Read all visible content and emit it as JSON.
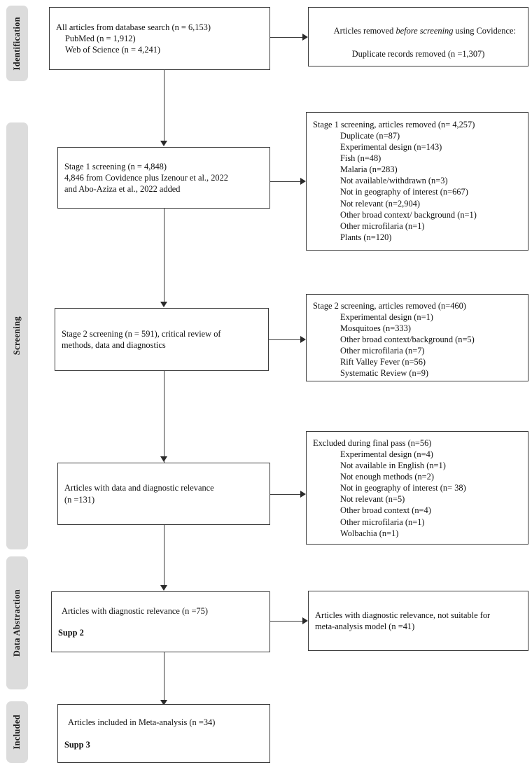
{
  "diagram": {
    "title": "PRISMA flow diagram",
    "accent_color": "#dcdcdc",
    "border_color": "#3d3d3d",
    "text_color": "#111111"
  },
  "stages": [
    {
      "id": "identification",
      "label": "Identification"
    },
    {
      "id": "screening",
      "label": "Screening"
    },
    {
      "id": "data-abstraction",
      "label": "Data Abstraction"
    },
    {
      "id": "included",
      "label": "Included"
    }
  ],
  "boxes": {
    "identification_main": {
      "line1": "All articles from database search (n = 6,153)",
      "line2": "PubMed (n = 1,912)",
      "line3": "Web of Science (n = 4,241)"
    },
    "identification_removed": {
      "line1_pre": "Articles removed ",
      "line1_italic": "before screening",
      "line1_post": " using Covidence:",
      "line2": "Duplicate records removed (n =1,307)"
    },
    "stage1_main": {
      "line1": "Stage 1 screening (n = 4,848)",
      "line2": "4,846 from Covidence plus Izenour et al., 2022",
      "line3": "and Abo-Aziza et al., 2022 added"
    },
    "stage1_removed": {
      "heading": "Stage 1 screening, articles removed (n= 4,257)",
      "reasons": [
        "Duplicate (n=87)",
        "Experimental design (n=143)",
        "Fish (n=48)",
        "Malaria (n=283)",
        "Not available/withdrawn (n=3)",
        "Not in geography of interest (n=667)",
        "Not relevant (n=2,904)",
        "Other broad context/ background (n=1)",
        "Other microfilaria (n=1)",
        "Plants (n=120)"
      ]
    },
    "stage2_main": {
      "line1": "Stage 2 screening (n = 591), critical review of",
      "line2": "methods, data and diagnostics"
    },
    "stage2_removed": {
      "heading": "Stage 2 screening, articles removed (n=460)",
      "reasons": [
        "Experimental design (n=1)",
        "Mosquitoes (n=333)",
        "Other broad context/background (n=5)",
        "Other microfilaria (n=7)",
        "Rift Valley Fever (n=56)",
        "Systematic Review (n=9)"
      ]
    },
    "data_relevance_main": {
      "line1": "Articles with data and diagnostic relevance",
      "line2": "(n =131)"
    },
    "final_pass_removed": {
      "heading": "Excluded during final pass (n=56)",
      "reasons": [
        "Experimental design (n=4)",
        "Not available in English (n=1)",
        "Not enough methods (n=2)",
        "Not in geography of interest (n= 38)",
        "Not relevant (n=5)",
        "Other broad context (n=4)",
        "Other microfilaria (n=1)",
        "Wolbachia (n=1)"
      ]
    },
    "diagnostic_relevance_main": {
      "line1": "Articles with diagnostic relevance (n =75)",
      "supp": "Supp 2"
    },
    "diagnostic_not_suitable": {
      "line1": "Articles with diagnostic relevance, not suitable for",
      "line2": "meta-analysis model (n =41)"
    },
    "included_main": {
      "line1": "Articles included in Meta-analysis (n =34)",
      "supp": "Supp 3"
    }
  }
}
